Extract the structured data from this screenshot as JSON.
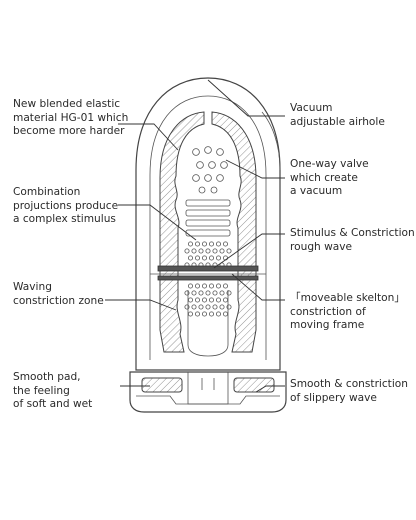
{
  "diagram": {
    "labels_left": [
      {
        "id": "material",
        "lines": [
          "New blended elastic",
          "material HG-01 which",
          "become more harder"
        ]
      },
      {
        "id": "projuctions",
        "lines": [
          "Combination",
          "projuctions produce",
          "a complex stimulus"
        ]
      },
      {
        "id": "waving",
        "lines": [
          "Waving",
          "constriction zone"
        ]
      },
      {
        "id": "smooth-pad",
        "lines": [
          "Smooth pad,",
          "the feeling",
          "of soft and wet"
        ]
      }
    ],
    "labels_right": [
      {
        "id": "airhole",
        "lines": [
          "Vacuum",
          "adjustable airhole"
        ]
      },
      {
        "id": "valve",
        "lines": [
          "One-way valve",
          "which create",
          "a vacuum"
        ]
      },
      {
        "id": "rough-wave",
        "lines": [
          "Stimulus & Constriction",
          "rough wave"
        ]
      },
      {
        "id": "skelton",
        "lines": [
          "「moveable skelton」",
          "constriction of",
          "moving frame"
        ]
      },
      {
        "id": "slippery",
        "lines": [
          "Smooth & constriction",
          "of slippery wave"
        ]
      }
    ]
  }
}
